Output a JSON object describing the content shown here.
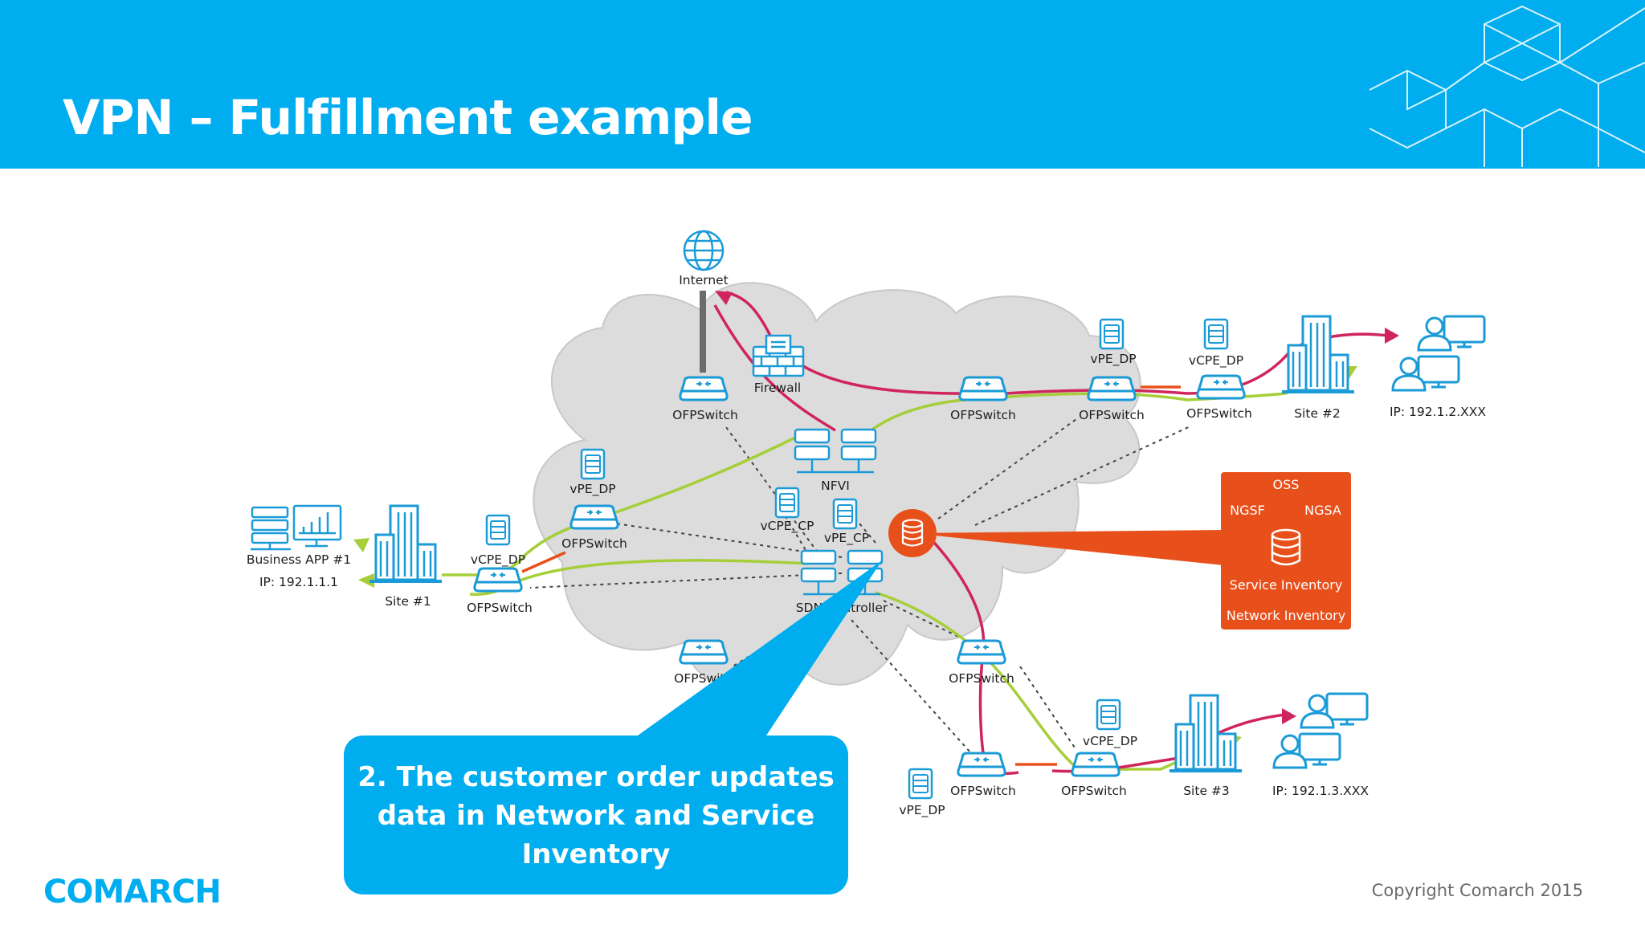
{
  "slide": {
    "title": "VPN – Fulfillment example",
    "logo_text": "COMARCH",
    "copyright": "Copyright Comarch 2015",
    "header_color": "#00ADEF",
    "callout_color": "#00ADEF",
    "oss_color": "#E8501B"
  },
  "labels": {
    "internet": "Internet",
    "firewall": "Firewall",
    "nfvi": "NFVI",
    "sdn_controller": "SDN Controller",
    "ofpswitch": "OFPSwitch",
    "vpe_dp": "vPE_DP",
    "vcpe_dp": "vCPE_DP",
    "vcpe_cp": "vCPE_CP",
    "vpe_cp": "vPE_CP",
    "business_app": "Business APP #1",
    "ip_site1": "IP: 192.1.1.1",
    "site1": "Site #1",
    "site2": "Site #2",
    "site3": "Site #3",
    "ip_site2": "IP: 192.1.2.XXX",
    "ip_site3": "IP: 192.1.3.XXX"
  },
  "oss": {
    "title": "OSS",
    "ngsf": "NGSF",
    "ngsa": "NGSA",
    "service_inventory": "Service Inventory",
    "network_inventory": "Network Inventory"
  },
  "callout": {
    "text": "2. The customer order updates data in Network and Service Inventory"
  },
  "icons": [
    "globe-icon",
    "switch-icon",
    "firewall-icon",
    "nfvi-icon",
    "sdn-controller-icon",
    "document-icon",
    "database-icon",
    "building-icon",
    "user-workstation-icon",
    "business-app-icon",
    "cloud-shape",
    "hexagon-pattern"
  ]
}
